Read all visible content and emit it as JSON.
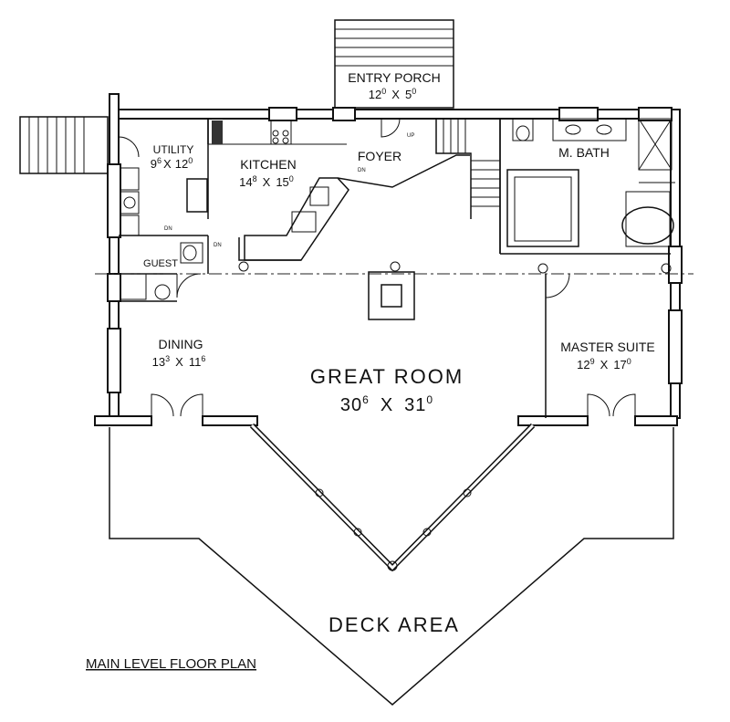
{
  "plan": {
    "entry_porch": {
      "name": "ENTRY PORCH",
      "w": "12",
      "w_sup": "0",
      "x": "X",
      "d": "5",
      "d_sup": "0"
    },
    "utility": {
      "name": "UTILITY",
      "w": "9",
      "w_sup": "6",
      "x": "X",
      "d": "12",
      "d_sup": "0"
    },
    "kitchen": {
      "name": "KITCHEN",
      "w": "14",
      "w_sup": "8",
      "x": "X",
      "d": "15",
      "d_sup": "0"
    },
    "foyer": {
      "name": "FOYER"
    },
    "m_bath": {
      "name": "M. BATH"
    },
    "guest": {
      "name": "GUEST"
    },
    "dining": {
      "name": "DINING",
      "w": "13",
      "w_sup": "3",
      "x": "X",
      "d": "11",
      "d_sup": "6"
    },
    "great_room": {
      "name": "GREAT ROOM",
      "w": "30",
      "w_sup": "6",
      "x": "X",
      "d": "31",
      "d_sup": "0"
    },
    "master_suite": {
      "name": "MASTER SUITE",
      "w": "12",
      "w_sup": "9",
      "x": "X",
      "d": "17",
      "d_sup": "0"
    },
    "deck": {
      "name": "DECK AREA"
    },
    "caption": "MAIN LEVEL FLOOR PLAN",
    "stair_up": "UP",
    "stair_dn_1": "DN",
    "stair_dn_2": "DN",
    "stair_dn_3": "DN"
  }
}
